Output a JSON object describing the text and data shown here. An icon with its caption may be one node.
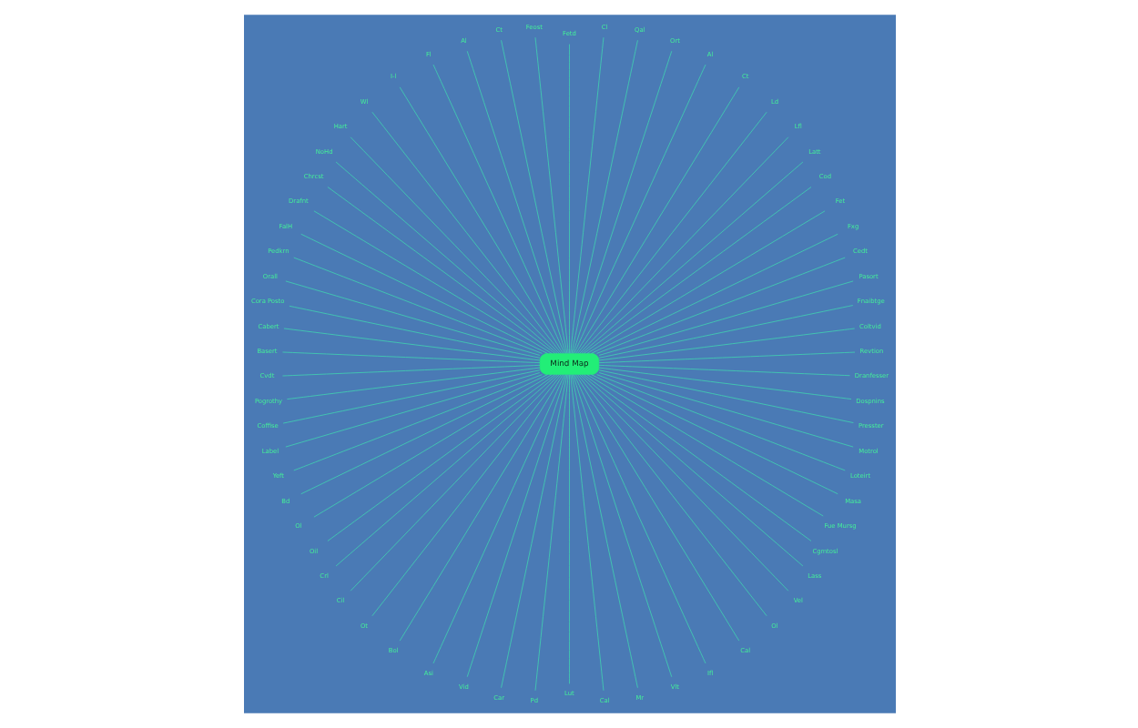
{
  "diagram": {
    "nodes": [
      {
        "text": [
          "Mind Map"
        ]
      },
      {
        "text": [
          "Revtion"
        ]
      },
      {
        "text": [
          "Coltvid"
        ]
      },
      {
        "text": [
          "Fnaibtge"
        ]
      },
      {
        "text": [
          "Pasort"
        ]
      },
      {
        "text": [
          "Cedt"
        ]
      },
      {
        "text": [
          "Fxg"
        ]
      },
      {
        "text": [
          "Fet"
        ]
      },
      {
        "text": [
          "Cod"
        ]
      },
      {
        "text": [
          "Latt"
        ]
      },
      {
        "text": [
          "Lfl"
        ]
      },
      {
        "text": [
          "Ld"
        ]
      },
      {
        "text": [
          "Ct"
        ]
      },
      {
        "text": [
          "Al"
        ]
      },
      {
        "text": [
          "Ort"
        ]
      },
      {
        "text": [
          "Qal"
        ]
      },
      {
        "text": [
          "Cl"
        ]
      },
      {
        "text": [
          "Fetd"
        ]
      },
      {
        "text": [
          "Feost"
        ]
      },
      {
        "text": [
          "Ct"
        ]
      },
      {
        "text": [
          "Al"
        ]
      },
      {
        "text": [
          "Fl"
        ]
      },
      {
        "text": [
          "I-l"
        ]
      },
      {
        "text": [
          "Wl"
        ]
      },
      {
        "text": [
          "Hart"
        ]
      },
      {
        "text": [
          "NoHd"
        ]
      },
      {
        "text": [
          "Chrcst"
        ]
      },
      {
        "text": [
          "Drafnt"
        ]
      },
      {
        "text": [
          "FalH"
        ]
      },
      {
        "text": [
          "Pedkrn"
        ]
      },
      {
        "text": [
          "Orall"
        ]
      },
      {
        "text": [
          "Cora Posto"
        ]
      },
      {
        "text": [
          "Cabert"
        ]
      },
      {
        "text": [
          "Basert"
        ]
      },
      {
        "text": [
          "Cvdt"
        ]
      },
      {
        "text": [
          "Pogrothy"
        ]
      },
      {
        "text": [
          "Coffise"
        ]
      },
      {
        "text": [
          "Label"
        ]
      },
      {
        "text": [
          "Yeft"
        ]
      },
      {
        "text": [
          "Bd"
        ]
      },
      {
        "text": [
          "Ol"
        ]
      },
      {
        "text": [
          "Oil"
        ]
      },
      {
        "text": [
          "Crl"
        ]
      },
      {
        "text": [
          "Cil"
        ]
      },
      {
        "text": [
          "Ot"
        ]
      },
      {
        "text": [
          "Bol"
        ]
      },
      {
        "text": [
          "Asi"
        ]
      },
      {
        "text": [
          "Vid"
        ]
      },
      {
        "text": [
          "Car"
        ]
      },
      {
        "text": [
          "Pd"
        ]
      },
      {
        "text": [
          "Lut"
        ]
      },
      {
        "text": [
          "Cal"
        ]
      },
      {
        "text": [
          "Mr"
        ]
      },
      {
        "text": [
          "Vlt"
        ]
      },
      {
        "text": [
          "Ifl"
        ]
      },
      {
        "text": [
          "Cal"
        ]
      },
      {
        "text": [
          "Ol"
        ]
      },
      {
        "text": [
          "Vel"
        ]
      },
      {
        "text": [
          "Lass"
        ]
      },
      {
        "text": [
          "Cgmtosl"
        ]
      },
      {
        "text": [
          "Fue Mursg"
        ]
      },
      {
        "text": [
          "Masa"
        ]
      },
      {
        "text": [
          "Loteirt"
        ]
      },
      {
        "text": [
          "Motrol"
        ]
      },
      {
        "text": [
          "Presster"
        ]
      },
      {
        "text": [
          "Dospnins"
        ]
      },
      {
        "text": [
          "Dranfesser"
        ]
      }
    ],
    "edges": [
      {
        "from": 0,
        "to": 1,
        "arrow": "none"
      },
      {
        "from": 0,
        "to": 2,
        "arrow": "none"
      },
      {
        "from": 0,
        "to": 3,
        "arrow": "none"
      },
      {
        "from": 0,
        "to": 4,
        "arrow": "none"
      },
      {
        "from": 0,
        "to": 5,
        "arrow": "none"
      },
      {
        "from": 0,
        "to": 6,
        "arrow": "none"
      },
      {
        "from": 0,
        "to": 7,
        "arrow": "none"
      },
      {
        "from": 0,
        "to": 8,
        "arrow": "none"
      },
      {
        "from": 0,
        "to": 9,
        "arrow": "none"
      },
      {
        "from": 0,
        "to": 10,
        "arrow": "none"
      },
      {
        "from": 0,
        "to": 11,
        "arrow": "none"
      },
      {
        "from": 0,
        "to": 12,
        "arrow": "none"
      },
      {
        "from": 0,
        "to": 13,
        "arrow": "none"
      },
      {
        "from": 0,
        "to": 14,
        "arrow": "none"
      },
      {
        "from": 0,
        "to": 15,
        "arrow": "none"
      },
      {
        "from": 0,
        "to": 16,
        "arrow": "none"
      },
      {
        "from": 0,
        "to": 17,
        "arrow": "none"
      },
      {
        "from": 0,
        "to": 18,
        "arrow": "none"
      },
      {
        "from": 0,
        "to": 19,
        "arrow": "none"
      },
      {
        "from": 0,
        "to": 20,
        "arrow": "none"
      },
      {
        "from": 0,
        "to": 21,
        "arrow": "none"
      },
      {
        "from": 0,
        "to": 22,
        "arrow": "none"
      },
      {
        "from": 0,
        "to": 23,
        "arrow": "none"
      },
      {
        "from": 0,
        "to": 24,
        "arrow": "none"
      },
      {
        "from": 0,
        "to": 25,
        "arrow": "none"
      },
      {
        "from": 0,
        "to": 26,
        "arrow": "none"
      },
      {
        "from": 0,
        "to": 27,
        "arrow": "none"
      },
      {
        "from": 0,
        "to": 28,
        "arrow": "none"
      },
      {
        "from": 0,
        "to": 29,
        "arrow": "none"
      },
      {
        "from": 0,
        "to": 30,
        "arrow": "none"
      },
      {
        "from": 0,
        "to": 31,
        "arrow": "none"
      },
      {
        "from": 0,
        "to": 32,
        "arrow": "none"
      },
      {
        "from": 0,
        "to": 33,
        "arrow": "none"
      },
      {
        "from": 0,
        "to": 34,
        "arrow": "none"
      },
      {
        "from": 0,
        "to": 35,
        "arrow": "none"
      },
      {
        "from": 0,
        "to": 36,
        "arrow": "none"
      },
      {
        "from": 0,
        "to": 37,
        "arrow": "none"
      },
      {
        "from": 0,
        "to": 38,
        "arrow": "none"
      },
      {
        "from": 0,
        "to": 39,
        "arrow": "none"
      },
      {
        "from": 0,
        "to": 40,
        "arrow": "none"
      },
      {
        "from": 0,
        "to": 41,
        "arrow": "none"
      },
      {
        "from": 0,
        "to": 42,
        "arrow": "none"
      },
      {
        "from": 0,
        "to": 43,
        "arrow": "none"
      },
      {
        "from": 0,
        "to": 44,
        "arrow": "none"
      },
      {
        "from": 0,
        "to": 45,
        "arrow": "none"
      },
      {
        "from": 0,
        "to": 46,
        "arrow": "none"
      },
      {
        "from": 0,
        "to": 47,
        "arrow": "none"
      },
      {
        "from": 0,
        "to": 48,
        "arrow": "none"
      },
      {
        "from": 0,
        "to": 49,
        "arrow": "none"
      },
      {
        "from": 0,
        "to": 50,
        "arrow": "none"
      },
      {
        "from": 0,
        "to": 51,
        "arrow": "none"
      },
      {
        "from": 0,
        "to": 52,
        "arrow": "none"
      },
      {
        "from": 0,
        "to": 53,
        "arrow": "none"
      },
      {
        "from": 0,
        "to": 54,
        "arrow": "none"
      },
      {
        "from": 0,
        "to": 55,
        "arrow": "none"
      },
      {
        "from": 0,
        "to": 56,
        "arrow": "none"
      },
      {
        "from": 0,
        "to": 57,
        "arrow": "none"
      },
      {
        "from": 0,
        "to": 58,
        "arrow": "none"
      },
      {
        "from": 0,
        "to": 59,
        "arrow": "none"
      },
      {
        "from": 0,
        "to": 60,
        "arrow": "none"
      },
      {
        "from": 0,
        "to": 61,
        "arrow": "none"
      },
      {
        "from": 0,
        "to": 62,
        "arrow": "none"
      },
      {
        "from": 0,
        "to": 63,
        "arrow": "none"
      },
      {
        "from": 0,
        "to": 64,
        "arrow": "none"
      },
      {
        "from": 0,
        "to": 65,
        "arrow": "none"
      },
      {
        "from": 0,
        "to": 66,
        "arrow": "none"
      }
    ]
  }
}
